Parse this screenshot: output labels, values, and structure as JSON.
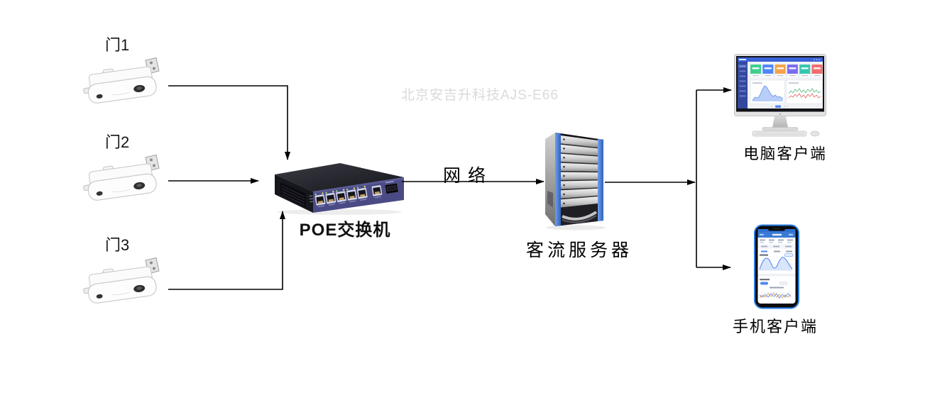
{
  "diagram": {
    "watermark": "北京安吉升科技AJS-E66",
    "doors": [
      {
        "label": "门1"
      },
      {
        "label": "门2"
      },
      {
        "label": "门3"
      }
    ],
    "poe_switch": {
      "label": "POE交换机"
    },
    "network_link": {
      "label": "网络"
    },
    "server": {
      "label": "客流服务器"
    },
    "pc_client": {
      "label": "电脑客户端"
    },
    "mobile_client": {
      "label": "手机客户端"
    },
    "colors": {
      "connector_line": "#000000",
      "watermark_text": "#dadada",
      "switch_front_panel": "#4a4a85",
      "switch_body": "#22222b",
      "server_edge_accent": "#4a86d8",
      "phone_frame_accent": "#2a7de1",
      "dashboard_topbar": "#3a62d8",
      "dashboard_sidebar": "#33479e",
      "dashboard_card_colors": [
        "#3ecf8e",
        "#4f87f5",
        "#f5a34a",
        "#7b6cf0",
        "#36c6b0",
        "#f26d6d"
      ]
    }
  }
}
